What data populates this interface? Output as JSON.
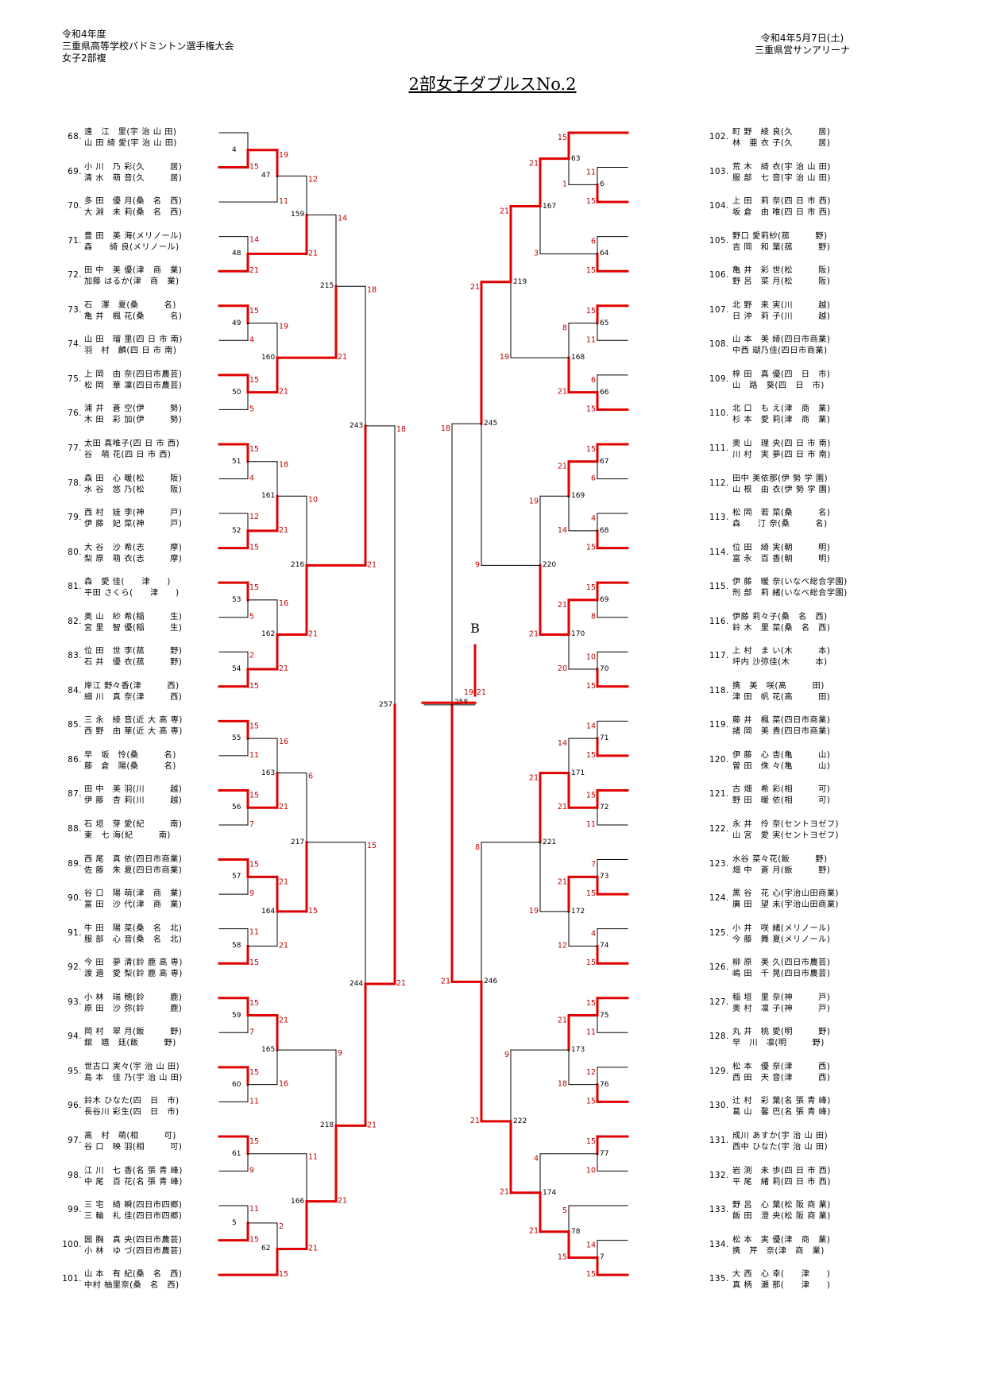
{
  "header": {
    "left_lines": [
      "令和4年度",
      "三重県高等学校バドミントン選手権大会",
      "女子2部複"
    ],
    "right_lines": [
      "令和4年5月7日(土)",
      "三重県営サンアリーナ"
    ],
    "title": "2部女子ダブルスNo.2"
  },
  "left_entries": [
    {
      "no": "68.",
      "p1": "遠　江　里(宇 治 山 田)",
      "p2": "山 田 綺 愛(宇 治 山 田)"
    },
    {
      "no": "69.",
      "p1": "小 川　乃 彩(久　　　居)",
      "p2": "清 水　萌 音(久　　　居)"
    },
    {
      "no": "70.",
      "p1": "多 田　優 月(桑　名　西)",
      "p2": "大 淵　未 莉(桑　名　西)"
    },
    {
      "no": "71.",
      "p1": "豊 田　美 海(メリノール)",
      "p2": "森　　綺 良(メリノール)"
    },
    {
      "no": "72.",
      "p1": "田 中　美 優(津　商　業)",
      "p2": "加藤 はるか(津　商　業)"
    },
    {
      "no": "73.",
      "p1": "石　澤　夏(桑　　　名)",
      "p2": "亀 井　楓 花(桑　　　名)"
    },
    {
      "no": "74.",
      "p1": "山 田　瑠 里(四 日 市 南)",
      "p2": "羽　村　麟(四 日 市 南)"
    },
    {
      "no": "75.",
      "p1": "上 岡　由 奈(四日市農芸)",
      "p2": "松 岡　華 凜(四日市農芸)"
    },
    {
      "no": "76.",
      "p1": "浦 井　蒼 空(伊　　　勢)",
      "p2": "木 田　彩 加(伊　　　勢)"
    },
    {
      "no": "77.",
      "p1": "太田 真唯子(四 日 市 西)",
      "p2": "谷　萌 花(四 日 市 西)"
    },
    {
      "no": "78.",
      "p1": "森 田　心 暖(松　　　阪)",
      "p2": "水 谷　悠 乃(松　　　阪)"
    },
    {
      "no": "79.",
      "p1": "西 村　娃 李(神　　　戸)",
      "p2": "伊 藤　妃 菜(神　　　戸)"
    },
    {
      "no": "80.",
      "p1": "大 谷　沙 希(志　　　摩)",
      "p2": "梨 原　萌 衣(志　　　摩)"
    },
    {
      "no": "81.",
      "p1": "森　愛 佳(　　津　　)",
      "p2": "平田 さくら(　　津　　)"
    },
    {
      "no": "82.",
      "p1": "奥 山　紗 希(稲　　　生)",
      "p2": "宮 里　智 優(稲　　　生)"
    },
    {
      "no": "83.",
      "p1": "位 田　世 李(菰　　　野)",
      "p2": "石 井　優 衣(菰　　　野)"
    },
    {
      "no": "84.",
      "p1": "岸江 野々香(津　　　西)",
      "p2": "細 川　真 奈(津　　　西)"
    },
    {
      "no": "85.",
      "p1": "三 永　綾 音(近 大 高 専)",
      "p2": "西 野　由 華(近 大 高 専)"
    },
    {
      "no": "86.",
      "p1": "早　坂　怜(桑　　　名)",
      "p2": "藤　倉　陽(桑　　　名)"
    },
    {
      "no": "87.",
      "p1": "田 中　美 羽(川　　　越)",
      "p2": "伊 藤　杏 莉(川　　　越)"
    },
    {
      "no": "88.",
      "p1": "石 垣　芽 愛(紀　　　南)",
      "p2": "東　七 海(紀　　　南)"
    },
    {
      "no": "89.",
      "p1": "西 尾　真 依(四日市商業)",
      "p2": "佐 藤　朱 夏(四日市商業)"
    },
    {
      "no": "90.",
      "p1": "谷 口　陽 萌(津　商　業)",
      "p2": "富 田　沙 代(津　商　業)"
    },
    {
      "no": "91.",
      "p1": "牛 田　陽 菜(桑　名　北)",
      "p2": "服 部　心 音(桑　名　北)"
    },
    {
      "no": "92.",
      "p1": "今 田　夢 清(鈴 鹿 高 専)",
      "p2": "渡 邉　愛 梨(鈴 鹿 高 専)"
    },
    {
      "no": "93.",
      "p1": "小 林　瑞 穂(鈴　　　鹿)",
      "p2": "原 田　沙 弥(鈴　　　鹿)"
    },
    {
      "no": "94.",
      "p1": "岡 村　翠 月(飯　　　野)",
      "p2": "舘　嬉　廷(飯　　　野)"
    },
    {
      "no": "95.",
      "p1": "世古口 実々(宇 治 山 田)",
      "p2": "島 本　佳 乃(宇 治 山 田)"
    },
    {
      "no": "96.",
      "p1": "鈴木 ひなた(四　日　市)",
      "p2": "長谷川 彩生(四　日　市)"
    },
    {
      "no": "97.",
      "p1": "高　村　萌(相　　　可)",
      "p2": "谷 口　映 羽(相　　　可)"
    },
    {
      "no": "98.",
      "p1": "江 川　七 香(名 張 青 峰)",
      "p2": "中 尾　百 花(名 張 青 峰)"
    },
    {
      "no": "99.",
      "p1": "三 宅　綺 瞬(四日市四郷)",
      "p2": "三 輪　礼 佳(四日市四郷)"
    },
    {
      "no": "100.",
      "p1": "圀 胸　真 央(四日市農芸)",
      "p2": "小 林　ゆ づ(四日市農芸)"
    },
    {
      "no": "101.",
      "p1": "山 本　有 紀(桑　名　西)",
      "p2": "中村 柚里奈(桑　名　西)"
    }
  ],
  "right_entries": [
    {
      "no": "102.",
      "p1": "町 野　綾 良(久　　　居)",
      "p2": "林　亜 衣 子(久　　　居)"
    },
    {
      "no": "103.",
      "p1": "荒 木　綺 衣(宇 治 山 田)",
      "p2": "服 部　七 音(宇 治 山 田)"
    },
    {
      "no": "104.",
      "p1": "上 田　莉 奈(四 日 市 西)",
      "p2": "坂 倉　由 唯(四 日 市 西)"
    },
    {
      "no": "105.",
      "p1": "野口 愛莉紗(菰　　　野)",
      "p2": "吉 岡　和 葉(菰　　　野)"
    },
    {
      "no": "106.",
      "p1": "亀 井　彩 世(松　　　阪)",
      "p2": "野 呂　菜 月(松　　　阪)"
    },
    {
      "no": "107.",
      "p1": "北 野　来 実(川　　　越)",
      "p2": "日 沖　莉 子(川　　　越)"
    },
    {
      "no": "108.",
      "p1": "山 本　美 綺(四日市商業)",
      "p2": "中西 瑚乃佳(四日市商業)"
    },
    {
      "no": "109.",
      "p1": "梓 田　真 優(四　日　市)",
      "p2": "山　路　葵(四　日　市)"
    },
    {
      "no": "110.",
      "p1": "北 口　も え(津　商　業)",
      "p2": "杉 本　愛 莉(津　商　業)"
    },
    {
      "no": "111.",
      "p1": "奥 山　理 央(四 日 市 南)",
      "p2": "川 村　実 夢(四 日 市 南)"
    },
    {
      "no": "112.",
      "p1": "田中 美依那(伊 勢 学 園)",
      "p2": "山 根　由 衣(伊 勢 学 園)"
    },
    {
      "no": "113.",
      "p1": "松 岡　若 菜(桑　　　名)",
      "p2": "森　　汀 奈(桑　　　名)"
    },
    {
      "no": "114.",
      "p1": "位 田　綺 実(朝　　　明)",
      "p2": "富 永　百 香(朝　　　明)"
    },
    {
      "no": "115.",
      "p1": "伊 藤　暖 奈(いなべ総合学園)",
      "p2": "刑 部　莉 緒(いなべ総合学園)"
    },
    {
      "no": "116.",
      "p1": "伊藤 莉々子(桑　名　西)",
      "p2": "鈴 木　里 菜(桑　名　西)"
    },
    {
      "no": "117.",
      "p1": "上 村　ま い(木　　　本)",
      "p2": "坪内 沙弥佳(木　　　本)"
    },
    {
      "no": "118.",
      "p1": "携　美　咲(高　　　田)",
      "p2": "津 田　帆 花(高　　　田)"
    },
    {
      "no": "119.",
      "p1": "藤 井　楓 菜(四日市商業)",
      "p2": "諸 岡　美 貴(四日市商業)"
    },
    {
      "no": "120.",
      "p1": "伊 藤　心 杏(亀　　　山)",
      "p2": "曽 田　侏 々(亀　　　山)"
    },
    {
      "no": "121.",
      "p1": "古 畑　希 彩(相　　　可)",
      "p2": "野 田　暖 依(相　　　可)"
    },
    {
      "no": "122.",
      "p1": "永 井　伶 奈(セントヨゼフ)",
      "p2": "山 宮　愛 実(セントヨゼフ)"
    },
    {
      "no": "123.",
      "p1": "水谷 菜々花(飯　　　野)",
      "p2": "畑 中　蒼 月(飯　　　野)"
    },
    {
      "no": "124.",
      "p1": "黒 谷　花 心(宇治山田商業)",
      "p2": "廣 田　望 未(宇治山田商業)"
    },
    {
      "no": "125.",
      "p1": "小 井　咲 緒(メリノール)",
      "p2": "今 藤　舞 夏(メリノール)"
    },
    {
      "no": "126.",
      "p1": "柳 原　美 久(四日市農芸)",
      "p2": "嶋 田　千 晃(四日市農芸)"
    },
    {
      "no": "127.",
      "p1": "稲 垣　里 奈(神　　　戸)",
      "p2": "奥 村　凛 子(神　　　戸)"
    },
    {
      "no": "128.",
      "p1": "丸 井　桃 愛(明　　　野)",
      "p2": "早　川　凛(明　　　野)"
    },
    {
      "no": "129.",
      "p1": "松 本　優 奈(津　　　西)",
      "p2": "西 田　天 音(津　　　西)"
    },
    {
      "no": "130.",
      "p1": "辻 村　彩 葉(名 張 青 峰)",
      "p2": "葛 山　馨 巴(名 張 青 峰)"
    },
    {
      "no": "131.",
      "p1": "成川 あすか(宇 治 山 田)",
      "p2": "西中 ひなた(宇 治 山 田)"
    },
    {
      "no": "132.",
      "p1": "岩 渕　未 歩(四 日 市 西)",
      "p2": "平 尾　緒 莉(四 日 市 西)"
    },
    {
      "no": "133.",
      "p1": "野 呂　心 葉(松 阪 商 業)",
      "p2": "飯 田　澄 央(松 阪 商 業)"
    },
    {
      "no": "134.",
      "p1": "松 本　実 優(津　商　業)",
      "p2": "携　芹　奈(津　商　業)"
    },
    {
      "no": "135.",
      "p1": "大 西　心 幸(　　津　　)",
      "p2": "真 柄　瀬 那(　　津　　)"
    }
  ],
  "center": {
    "label": "B",
    "left_score": "19",
    "right_score": "21"
  },
  "colors": {
    "winner_line": "#e00000",
    "score_text": "#c00000",
    "loser_line": "#000000"
  }
}
